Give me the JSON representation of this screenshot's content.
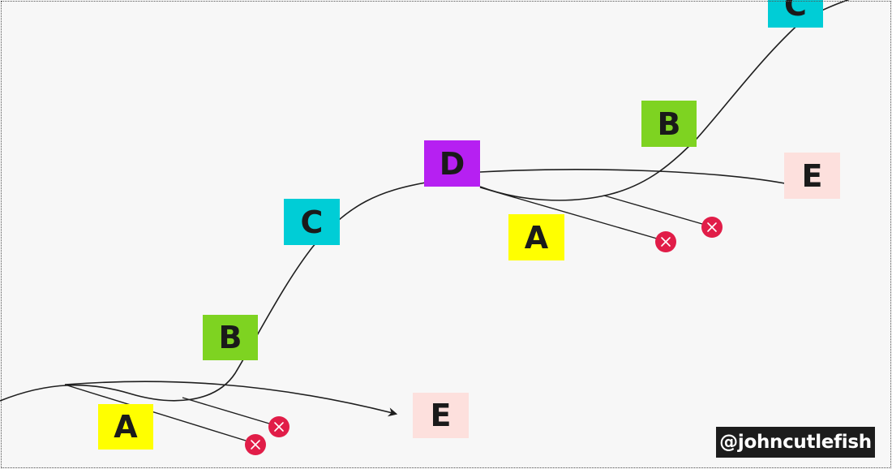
{
  "colors": {
    "background": "#f7f7f7",
    "line": "#1f1f1f",
    "fail": "#e11d48",
    "yellow": "#ffff00",
    "green": "#7ed321",
    "cyan": "#00cdd6",
    "purple": "#b620f2",
    "pink": "#fde0dd"
  },
  "stickies": [
    {
      "label": "A",
      "color": "yellow"
    },
    {
      "label": "B",
      "color": "green"
    },
    {
      "label": "C",
      "color": "cyan"
    },
    {
      "label": "D",
      "color": "purple"
    },
    {
      "label": "E",
      "color": "pink"
    },
    {
      "label": "A",
      "color": "yellow"
    },
    {
      "label": "B",
      "color": "green"
    },
    {
      "label": "C",
      "color": "cyan"
    },
    {
      "label": "E",
      "color": "pink"
    }
  ],
  "fail_markers": [
    {
      "icon": "x-circle-icon"
    },
    {
      "icon": "x-circle-icon"
    },
    {
      "icon": "x-circle-icon"
    },
    {
      "icon": "x-circle-icon"
    }
  ],
  "credit": "@johncutlefish"
}
